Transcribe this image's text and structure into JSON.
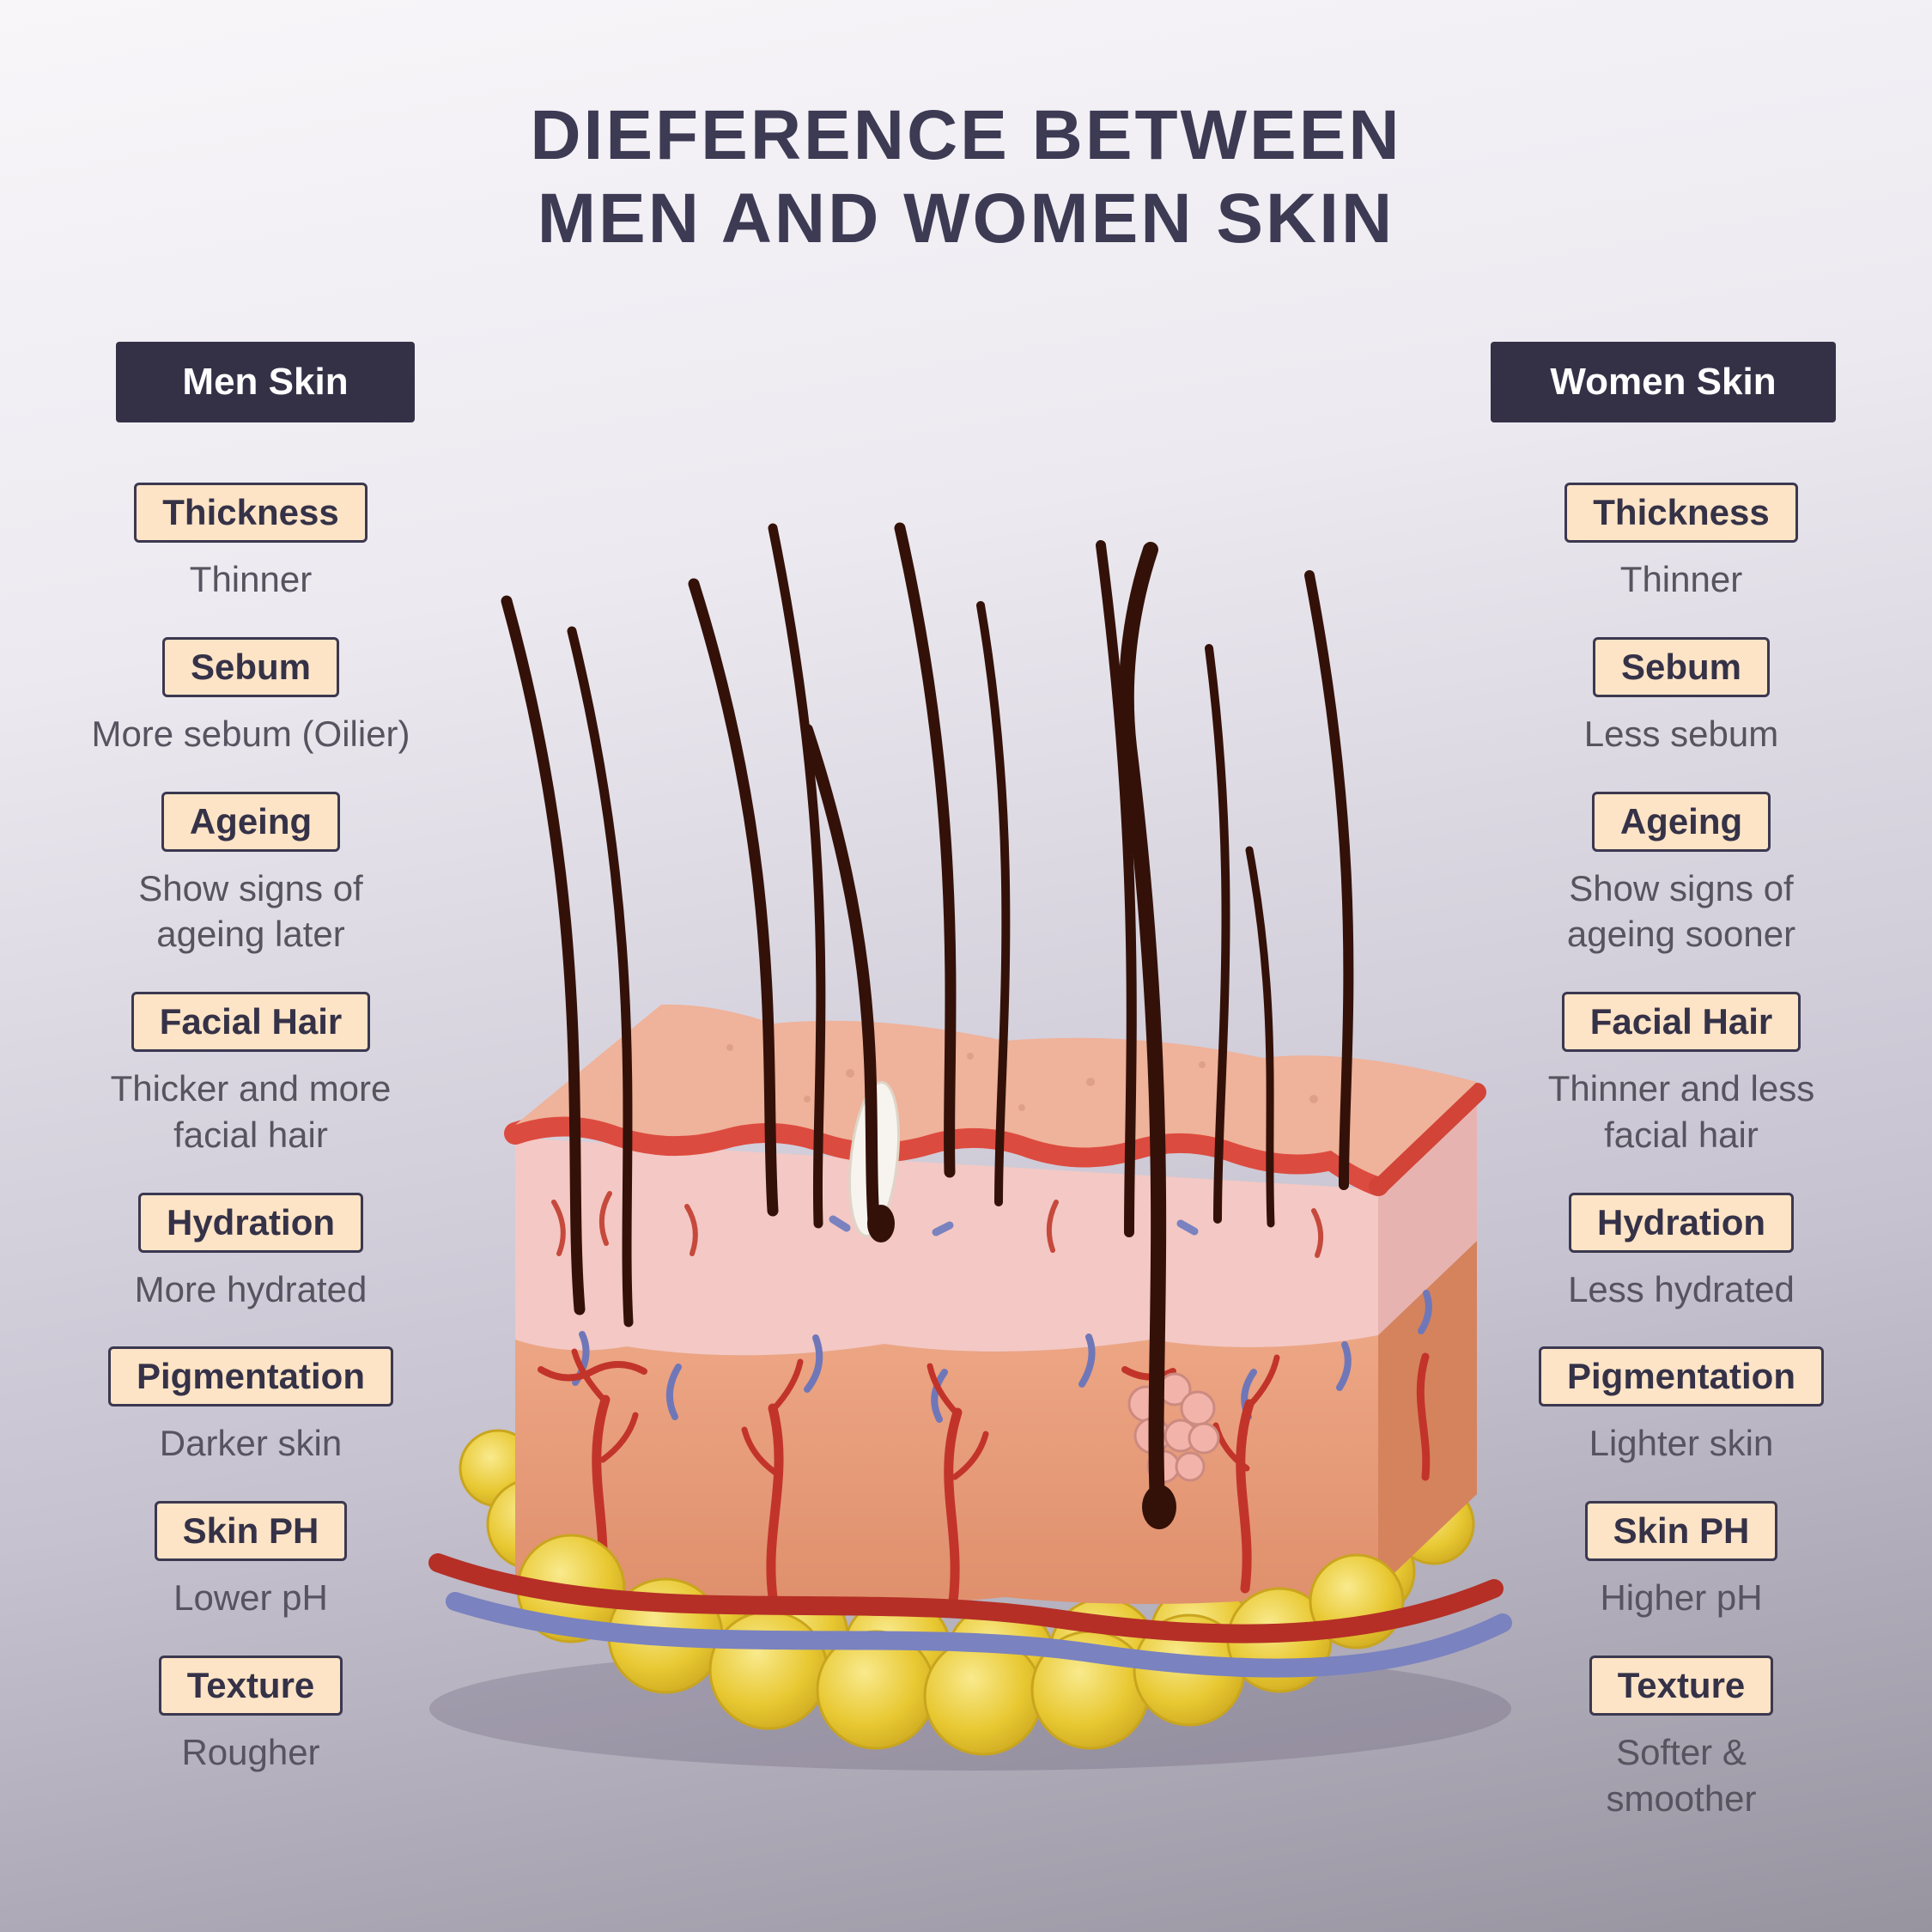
{
  "title": {
    "line1": "DIEFERENCE BETWEEN",
    "line2": "MEN AND WOMEN SKIN"
  },
  "men": {
    "header": "Men Skin",
    "items": [
      {
        "label": "Thickness",
        "value": "Thinner"
      },
      {
        "label": "Sebum",
        "value": "More sebum (Oilier)"
      },
      {
        "label": "Ageing",
        "value": "Show signs of\nageing later"
      },
      {
        "label": "Facial Hair",
        "value": "Thicker and more\nfacial hair"
      },
      {
        "label": "Hydration",
        "value": "More hydrated"
      },
      {
        "label": "Pigmentation",
        "value": "Darker skin"
      },
      {
        "label": "Skin PH",
        "value": "Lower pH"
      },
      {
        "label": "Texture",
        "value": "Rougher"
      }
    ]
  },
  "women": {
    "header": "Women Skin",
    "items": [
      {
        "label": "Thickness",
        "value": "Thinner"
      },
      {
        "label": "Sebum",
        "value": "Less sebum"
      },
      {
        "label": "Ageing",
        "value": "Show signs of\nageing sooner"
      },
      {
        "label": "Facial Hair",
        "value": "Thinner and less\nfacial hair"
      },
      {
        "label": "Hydration",
        "value": "Less hydrated"
      },
      {
        "label": "Pigmentation",
        "value": "Lighter skin"
      },
      {
        "label": "Skin PH",
        "value": "Higher pH"
      },
      {
        "label": "Texture",
        "value": "Softer &\nsmoother"
      }
    ]
  },
  "illustration": {
    "alt": "3D cross-section of human skin showing hairs, epidermis, dermis, blood vessels, hair follicles, sebaceous gland and subcutaneous fat cells"
  },
  "colors": {
    "accent_navy": "#343147",
    "badge_peach": "#fde4c6",
    "badge_border": "#3b3850",
    "value_text": "#57535f",
    "background_top": "#f8f6f9",
    "background_bottom": "#97939f",
    "epidermis_surface": "#efb29a",
    "red_layer": "#dc4b3f",
    "epidermis_pink": "#f4c8c4",
    "dermis": "#e79a79",
    "vessel_red": "#c23429",
    "vessel_blue": "#7a82c0",
    "fat_yellow": "#e8c832",
    "hair_brown": "#331109"
  }
}
